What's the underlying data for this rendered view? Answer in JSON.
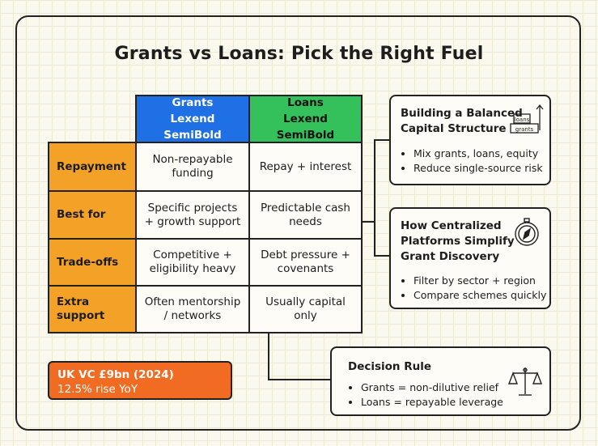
{
  "title": "Grants vs Loans: Pick the Right Fuel",
  "table": {
    "columns": [
      {
        "line1": "Grants",
        "line2": "Lexend SemiBold",
        "color": "#1f6fe5"
      },
      {
        "line1": "Loans",
        "line2": "Lexend SemiBold",
        "color": "#34c05a"
      }
    ],
    "rows": [
      {
        "label": "Repayment",
        "grants": "Non-repayable funding",
        "loans": "Repay + interest"
      },
      {
        "label": "Best for",
        "grants": "Specific projects + growth support",
        "loans": "Predictable cash needs"
      },
      {
        "label": "Trade-offs",
        "grants": "Competitive + eligibility heavy",
        "loans": "Debt pressure + covenants"
      },
      {
        "label": "Extra support",
        "grants": "Often mentorship / networks",
        "loans": "Usually capital only"
      }
    ],
    "row_label_color": "#f4a128"
  },
  "cards": {
    "balanced": {
      "title_line1": "Building a Balanced",
      "title_line2": "Capital Structure",
      "icon_labels": [
        "loans",
        "grants"
      ],
      "bullets": [
        "Mix grants, loans, equity",
        "Reduce single-source risk"
      ]
    },
    "platforms": {
      "title_line1": "How Centralized",
      "title_line2": "Platforms Simplify",
      "title_line3": "Grant Discovery",
      "bullets": [
        "Filter by sector + region",
        "Compare schemes quickly"
      ]
    },
    "decision": {
      "title": "Decision Rule",
      "bullets": [
        "Grants = non-dilutive relief",
        "Loans = repayable leverage"
      ]
    }
  },
  "stat": {
    "line1": "UK VC £9bn (2024)",
    "line2": "12.5% rise YoY",
    "color": "#f26b22"
  }
}
